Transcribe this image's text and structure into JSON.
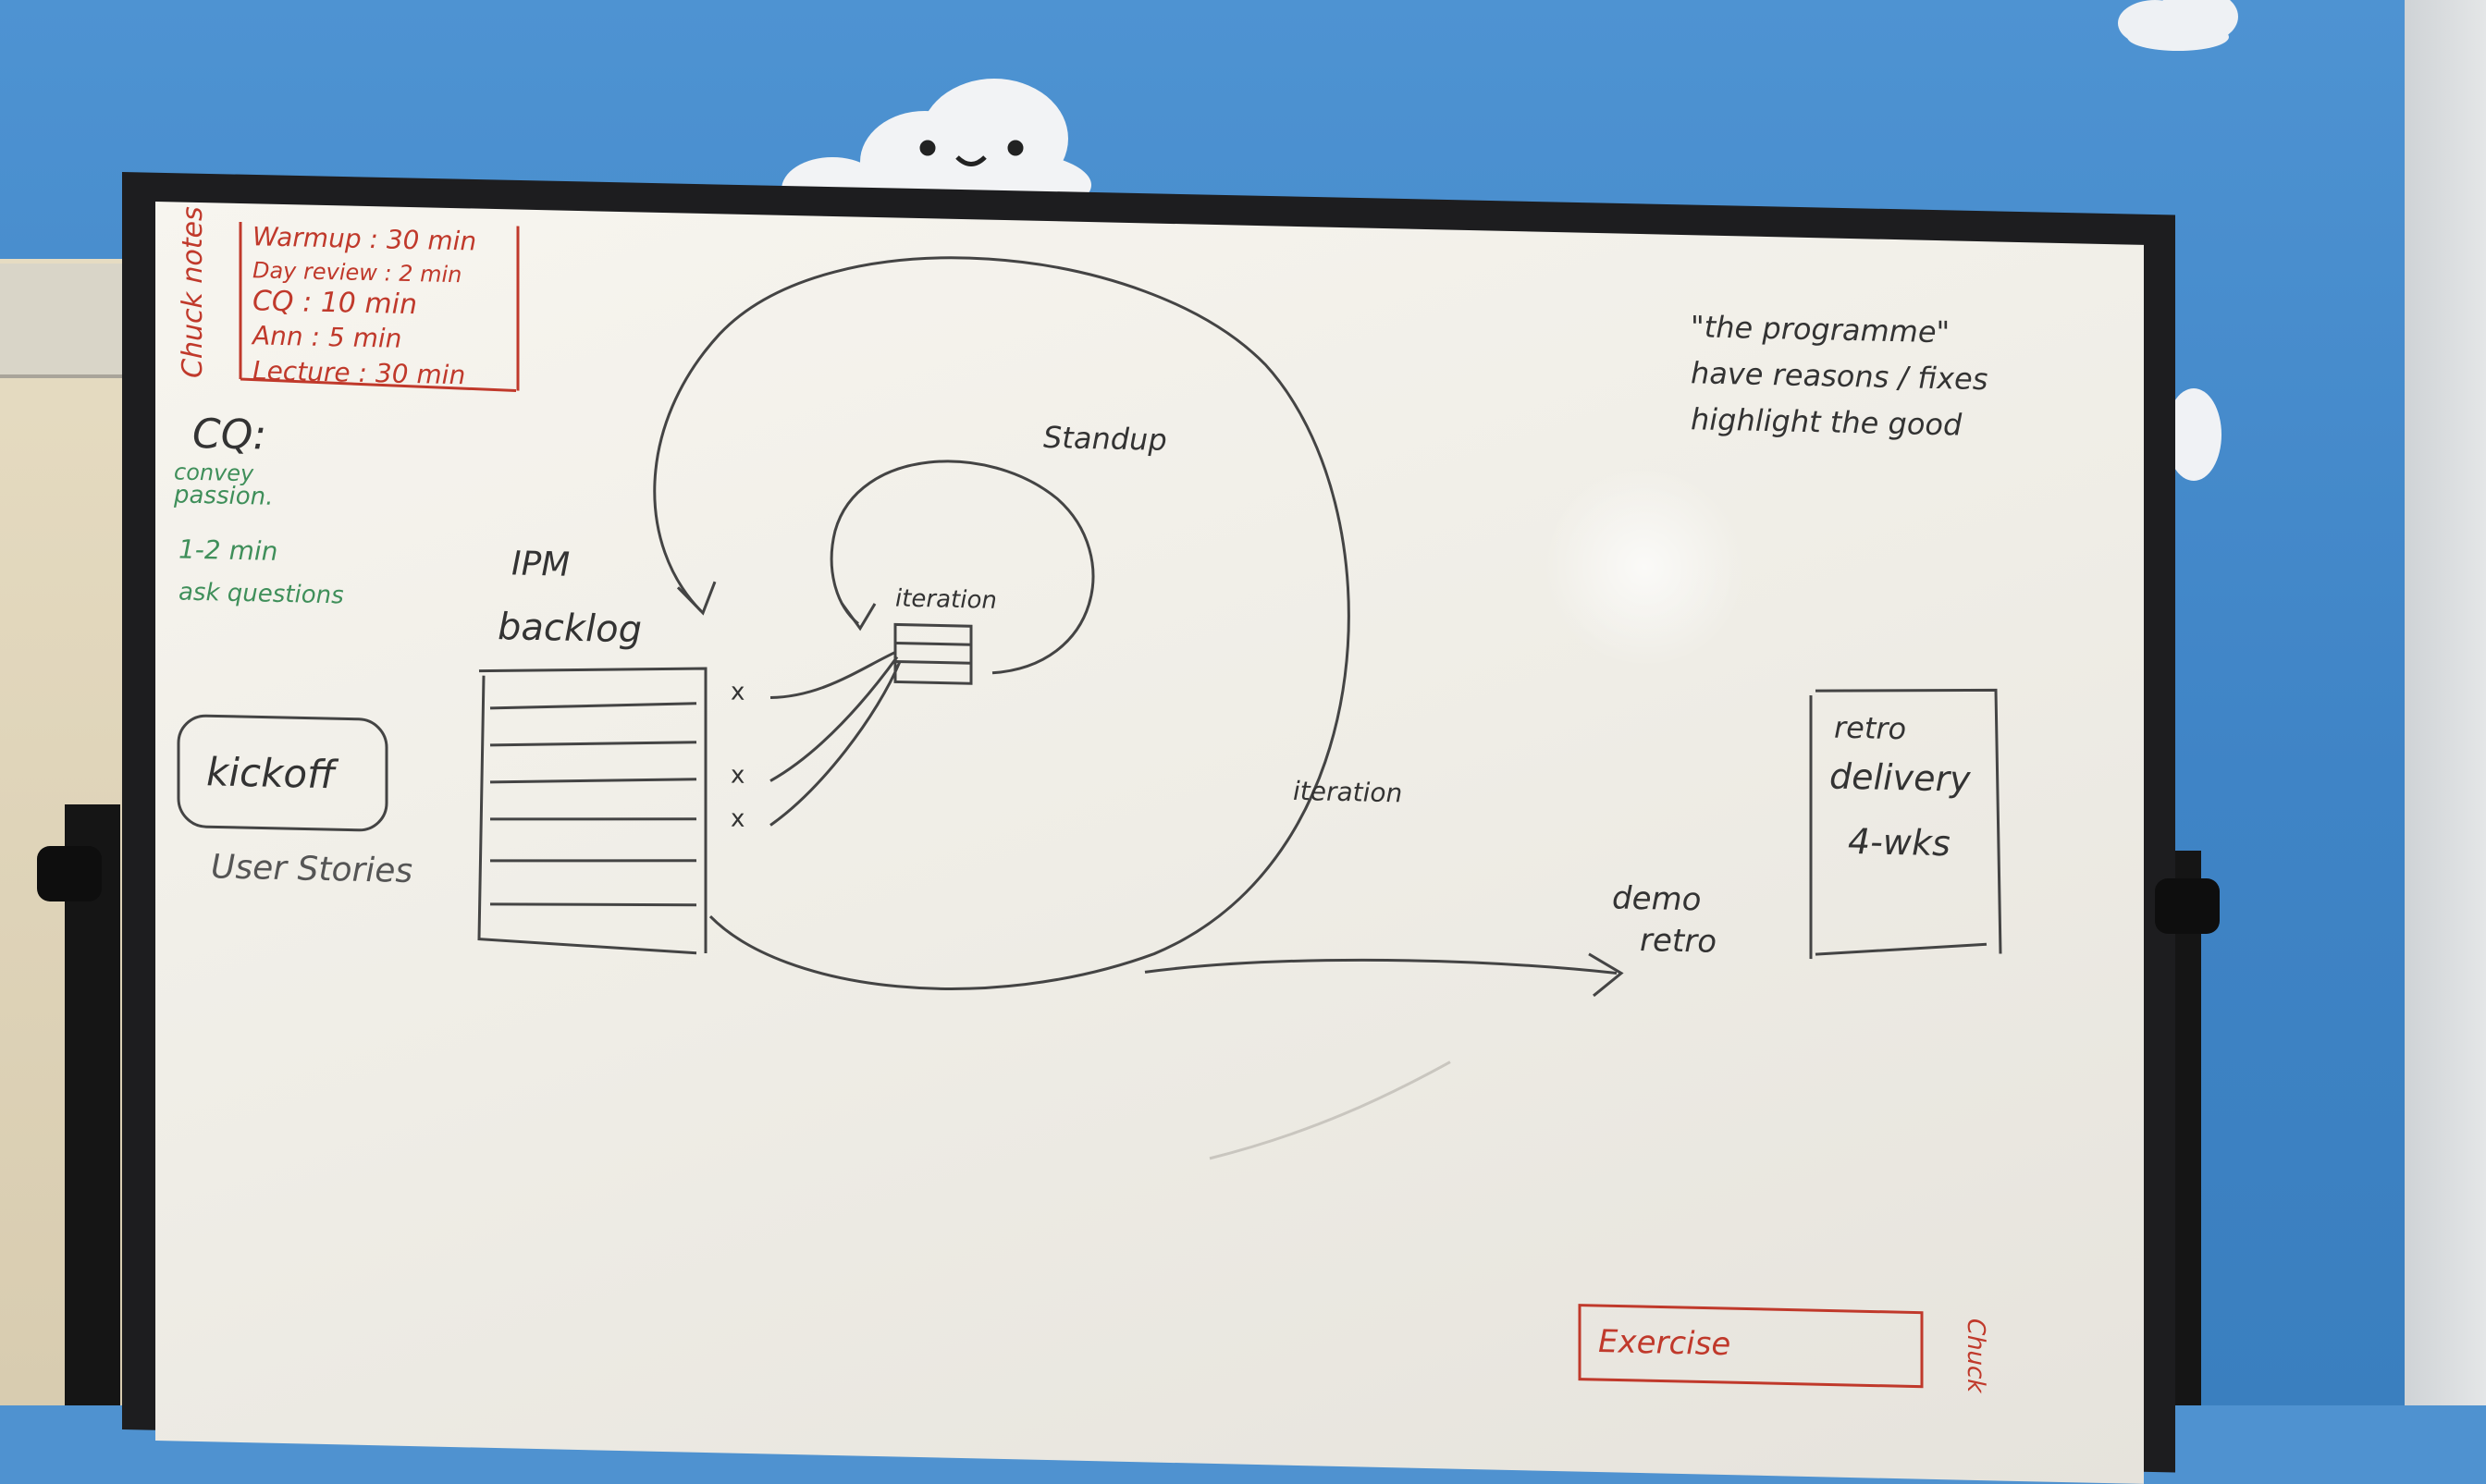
{
  "colors": {
    "wall_blue": "#4a8fd0",
    "board_white": "#f3f1ea",
    "frame_black": "#1d1d1f",
    "ink_black": "#3a3a3a",
    "ink_red": "#c0392b",
    "ink_green": "#3f8f5a"
  },
  "schedule": {
    "side_label": "Chuck notes",
    "items": [
      "Warmup : 30 min",
      "Day review : 2 min",
      "CQ : 10 min",
      "Ann : 5 min",
      "Lecture : 30 min"
    ]
  },
  "cq": {
    "heading": "CQ:",
    "notes": [
      "convey",
      "passion.",
      "1-2 min",
      "ask questions"
    ]
  },
  "diagram": {
    "ipm": "IPM",
    "backlog": "backlog",
    "standup": "Standup",
    "iteration_box": "iteration",
    "iteration_loop": "iteration",
    "kickoff": "kickoff",
    "user_stories": "User Stories",
    "demo": "demo",
    "retro": "retro",
    "marks": [
      "x",
      "x",
      "x"
    ]
  },
  "programme_notes": [
    "\"the programme\"",
    "have reasons / fixes",
    "highlight the good"
  ],
  "retro_box": [
    "retro",
    "delivery",
    "4-wks"
  ],
  "exercise": {
    "label": "Exercise",
    "side": "Chuck"
  }
}
